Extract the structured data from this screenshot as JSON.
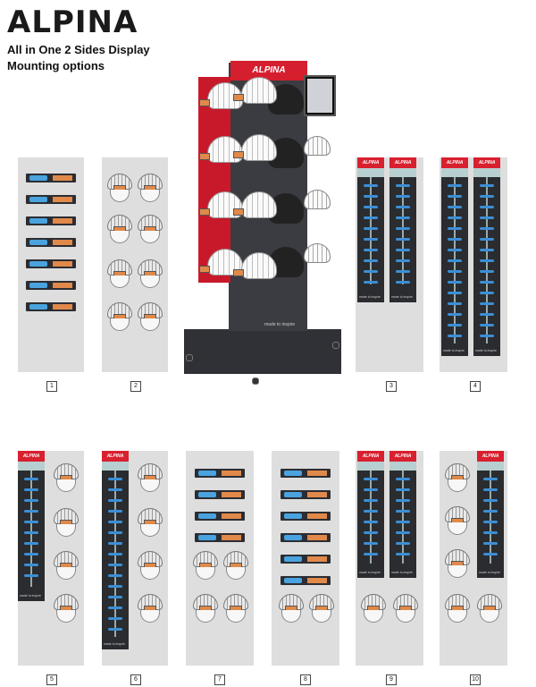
{
  "brand": "ALPINA",
  "heading_line1": "All in One 2 Sides Display",
  "heading_line2": "Mounting options",
  "module_brand": "ALPINA",
  "display_label": "made to inspire",
  "option_numbers": [
    "1",
    "2",
    "3",
    "4",
    "5",
    "6",
    "7",
    "8",
    "9",
    "10"
  ],
  "colors": {
    "brand_red": "#d51f2f",
    "panel_gray": "#dedede",
    "lens_blue": "#4aa3df",
    "tag_orange": "#e08a4a",
    "module_dark": "#2a2c30"
  }
}
